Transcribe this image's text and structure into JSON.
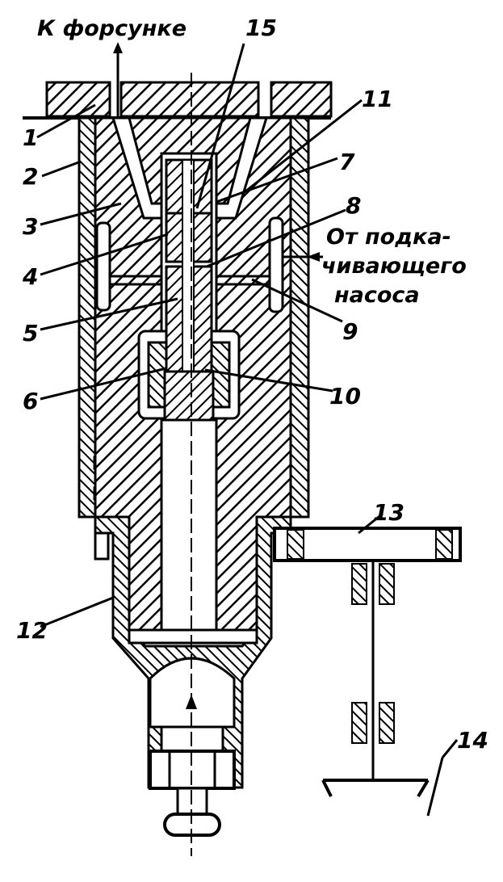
{
  "captions": {
    "to_injector": "К форсунке",
    "from_pump_line1": "От подка-",
    "from_pump_line2": "чивающего",
    "from_pump_line3": "насоса"
  },
  "callouts": [
    "1",
    "2",
    "3",
    "4",
    "5",
    "6",
    "7",
    "8",
    "9",
    "10",
    "11",
    "12",
    "13",
    "14",
    "15"
  ],
  "colors": {
    "ink": "#000000",
    "paper": "#ffffff"
  }
}
